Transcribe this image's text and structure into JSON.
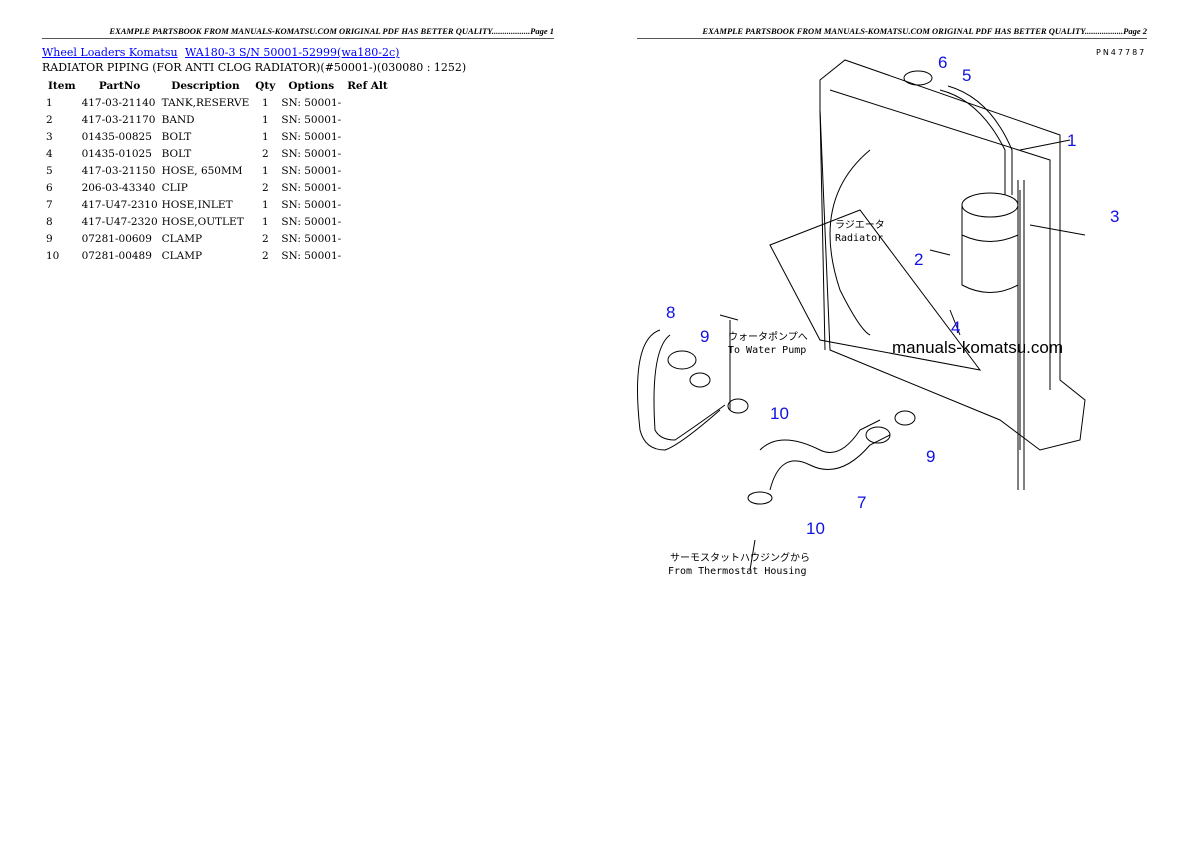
{
  "page1": {
    "header": "EXAMPLE PARTSBOOK FROM MANUALS-KOMATSU.COM ORIGINAL PDF HAS BETTER QUALITY..................Page 1",
    "breadcrumb": [
      {
        "label": "Wheel Loaders Komatsu"
      },
      {
        "label": "WA180-3 S/N 50001-52999(wa180-2c)"
      }
    ],
    "subtitle": "RADIATOR PIPING (FOR ANTI CLOG RADIATOR)(#50001-)(030080 : 1252)",
    "table": {
      "columns": [
        "Item",
        "PartNo",
        "Description",
        "Qty",
        "Options",
        "Ref Alt"
      ],
      "rows": [
        [
          "1",
          "417-03-21140",
          "TANK,RESERVE",
          "1",
          "SN: 50001-",
          ""
        ],
        [
          "2",
          "417-03-21170",
          "BAND",
          "1",
          "SN: 50001-",
          ""
        ],
        [
          "3",
          "01435-00825",
          "BOLT",
          "1",
          "SN: 50001-",
          ""
        ],
        [
          "4",
          "01435-01025",
          "BOLT",
          "2",
          "SN: 50001-",
          ""
        ],
        [
          "5",
          "417-03-21150",
          "HOSE, 650MM",
          "1",
          "SN: 50001-",
          ""
        ],
        [
          "6",
          "206-03-43340",
          "CLIP",
          "2",
          "SN: 50001-",
          ""
        ],
        [
          "7",
          "417-U47-2310",
          "HOSE,INLET",
          "1",
          "SN: 50001-",
          ""
        ],
        [
          "8",
          "417-U47-2320",
          "HOSE,OUTLET",
          "1",
          "SN: 50001-",
          ""
        ],
        [
          "9",
          "07281-00609",
          "CLAMP",
          "2",
          "SN: 50001-",
          ""
        ],
        [
          "10",
          "07281-00489",
          "CLAMP",
          "2",
          "SN: 50001-",
          ""
        ]
      ]
    }
  },
  "page2": {
    "header": "EXAMPLE PARTSBOOK FROM MANUALS-KOMATSU.COM ORIGINAL PDF HAS BETTER QUALITY..................Page 2",
    "drawing_code": "PN47787",
    "watermark": "manuals-komatsu.com",
    "labels": {
      "radiator_jp": "ラジエータ",
      "radiator_en": "Radiator",
      "pump_jp": "ウォータポンプへ",
      "pump_en": "To Water Pump",
      "thermo_jp": "サーモスタットハウジングから",
      "thermo_en": "From Thermostat Housing"
    },
    "callouts": [
      "6",
      "5",
      "1",
      "3",
      "2",
      "4",
      "8",
      "9",
      "10",
      "9",
      "7",
      "10"
    ],
    "callout_color": "#1010e0",
    "link_color": "#0000ff"
  }
}
